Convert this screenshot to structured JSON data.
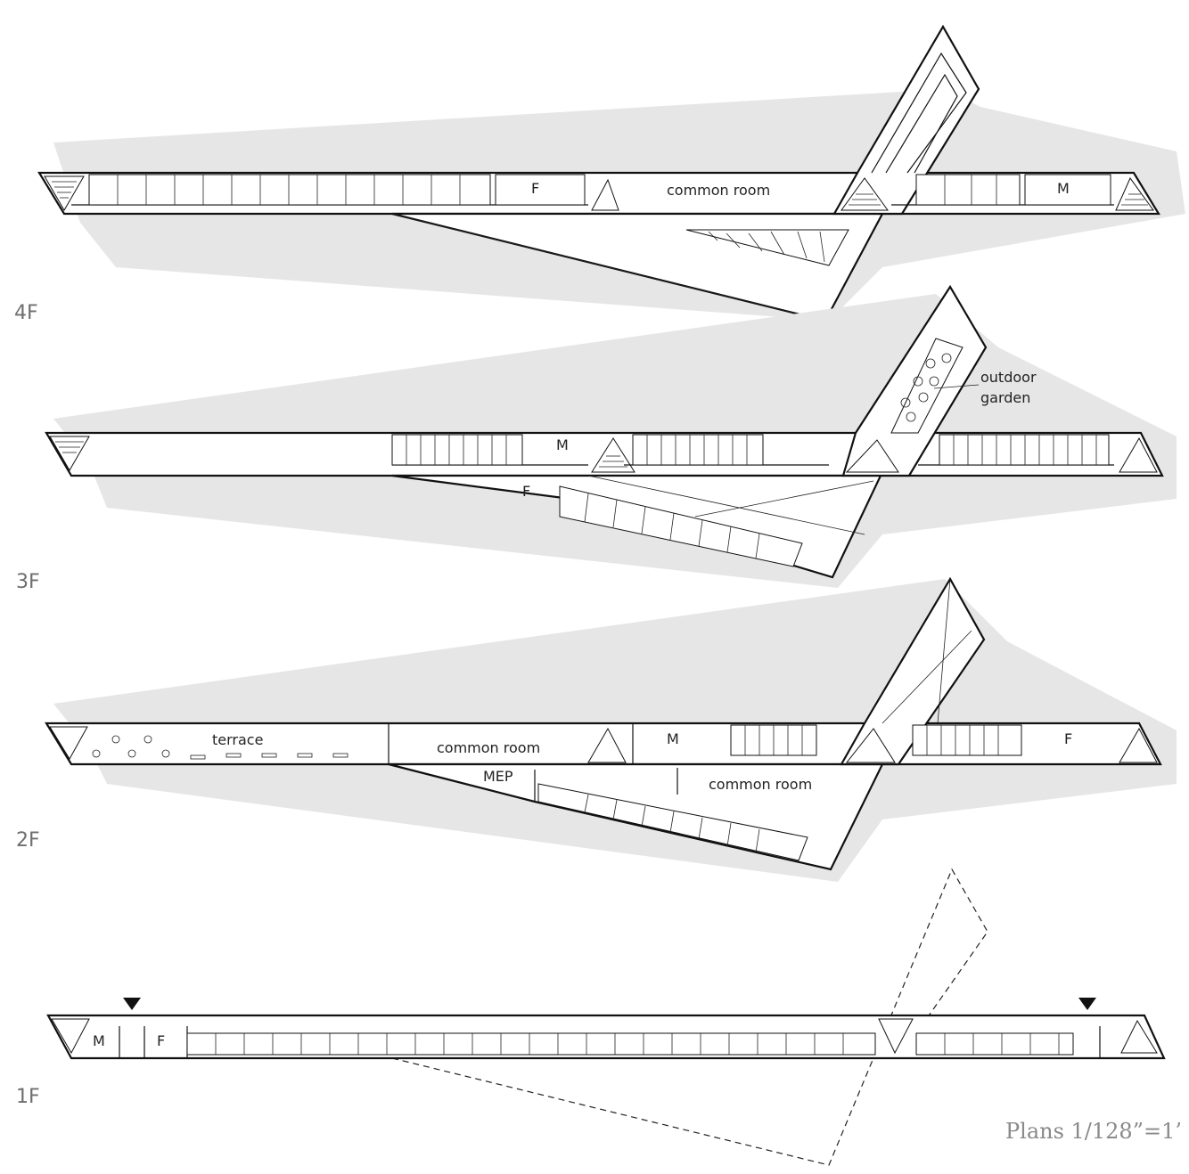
{
  "floors": {
    "f4": {
      "label": "4F",
      "rooms": {
        "f": "F",
        "common": "common room",
        "m": "M"
      }
    },
    "f3": {
      "label": "3F",
      "rooms": {
        "m": "M",
        "f": "F",
        "garden_line1": "outdoor",
        "garden_line2": "garden"
      }
    },
    "f2": {
      "label": "2F",
      "rooms": {
        "terrace": "terrace",
        "common_a": "common room",
        "m": "M",
        "f": "F",
        "mep": "MEP",
        "common_b": "common room"
      }
    },
    "f1": {
      "label": "1F",
      "rooms": {
        "m": "M",
        "f": "F"
      }
    }
  },
  "scale_note": "Plans 1/128”=1’"
}
